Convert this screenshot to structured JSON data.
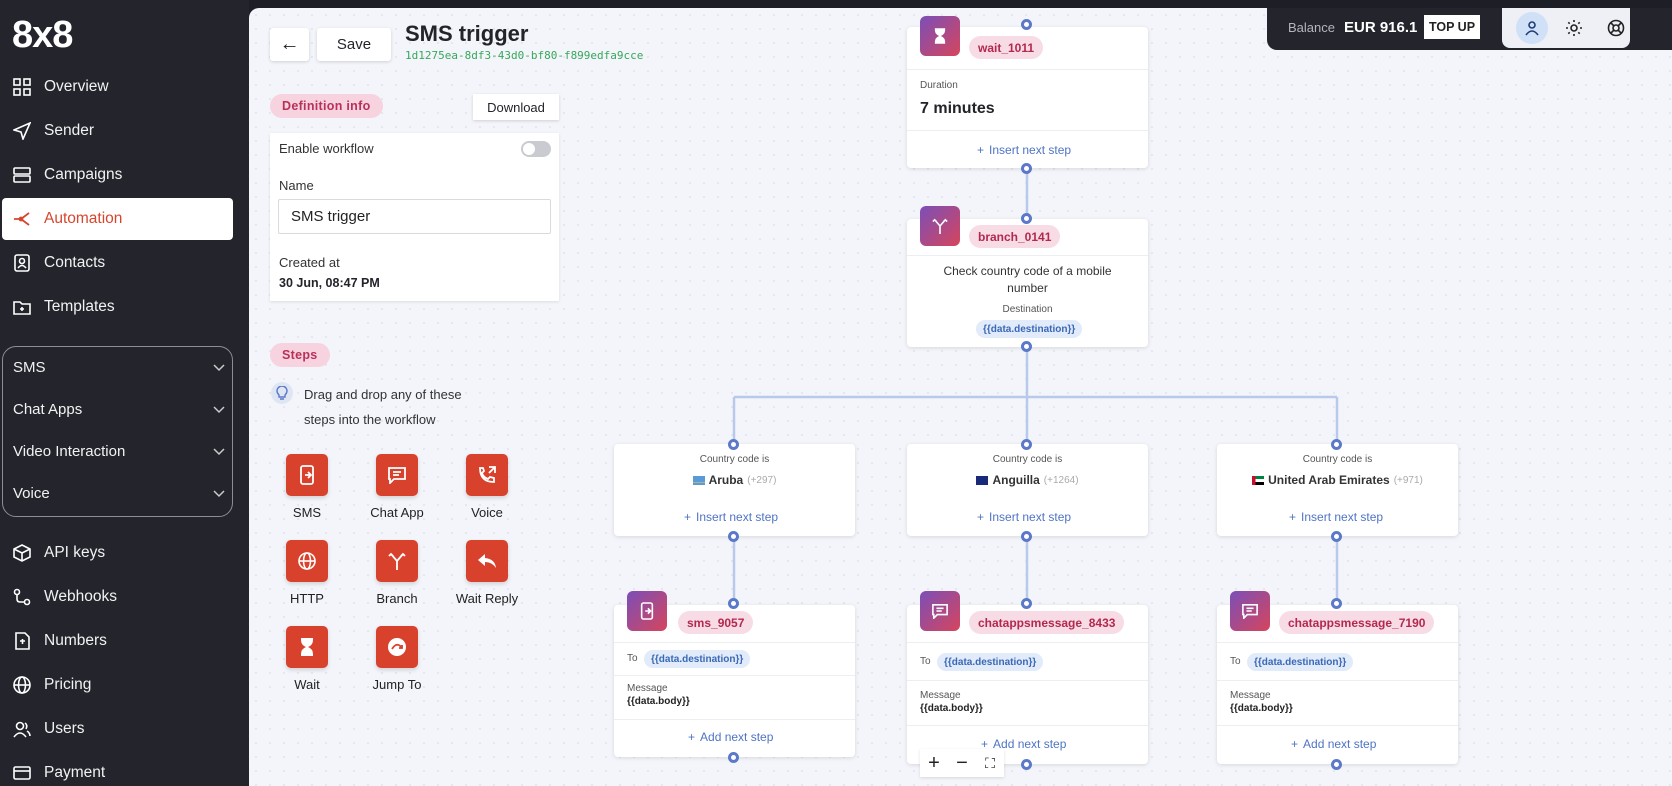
{
  "brand": "8x8",
  "nav": {
    "items": [
      {
        "label": "Overview",
        "icon": "grid-icon"
      },
      {
        "label": "Sender",
        "icon": "send-icon"
      },
      {
        "label": "Campaigns",
        "icon": "stack-icon"
      },
      {
        "label": "Automation",
        "icon": "automation-icon"
      },
      {
        "label": "Contacts",
        "icon": "contacts-icon"
      },
      {
        "label": "Templates",
        "icon": "templates-icon"
      }
    ],
    "groups": [
      "SMS",
      "Chat Apps",
      "Video Interaction",
      "Voice"
    ],
    "bottom_items": [
      {
        "label": "API keys",
        "icon": "cube-icon"
      },
      {
        "label": "Webhooks",
        "icon": "webhooks-icon"
      },
      {
        "label": "Numbers",
        "icon": "numbers-icon"
      },
      {
        "label": "Pricing",
        "icon": "globe-icon"
      },
      {
        "label": "Users",
        "icon": "users-icon"
      },
      {
        "label": "Payment",
        "icon": "card-icon"
      }
    ],
    "active": "Automation",
    "active_color": "#d6462f"
  },
  "header": {
    "save_label": "Save",
    "title": "SMS trigger",
    "workflow_id": "1d1275ea-8df3-43d0-bf80-f899edfa9cce"
  },
  "definition": {
    "pill": "Definition info",
    "download_label": "Download",
    "enable_label": "Enable workflow",
    "enabled": false,
    "name_label": "Name",
    "name_value": "SMS trigger",
    "created_label": "Created at",
    "created_value": "30 Jun, 08:47 PM"
  },
  "steps": {
    "pill": "Steps",
    "hint": "Drag and drop any of these steps into the workflow",
    "items": [
      {
        "label": "SMS",
        "icon": "sms-icon"
      },
      {
        "label": "Chat App",
        "icon": "chat-icon"
      },
      {
        "label": "Voice",
        "icon": "phone-icon"
      },
      {
        "label": "HTTP",
        "icon": "globe-icon"
      },
      {
        "label": "Branch",
        "icon": "branch-icon"
      },
      {
        "label": "Wait Reply",
        "icon": "reply-icon"
      },
      {
        "label": "Wait",
        "icon": "hourglass-icon"
      },
      {
        "label": "Jump To",
        "icon": "jump-icon"
      }
    ],
    "tile_color": "#d8412c"
  },
  "flow": {
    "wait": {
      "tag": "wait_1011",
      "duration_label": "Duration",
      "duration_value": "7 minutes",
      "insert": "Insert next step"
    },
    "branch": {
      "tag": "branch_0141",
      "description": "Check country code of a mobile number",
      "dest_label": "Destination",
      "dest_value": "{{data.destination}}"
    },
    "conditions": [
      {
        "label": "Country code is",
        "country": "Aruba",
        "code": "(+297)",
        "insert": "Insert next step"
      },
      {
        "label": "Country code is",
        "country": "Anguilla",
        "code": "(+1264)",
        "insert": "Insert next step"
      },
      {
        "label": "Country code is",
        "country": "United Arab Emirates",
        "code": "(+971)",
        "insert": "Insert next step"
      }
    ],
    "actions": [
      {
        "tag": "sms_9057",
        "to_label": "To",
        "to_value": "{{data.destination}}",
        "msg_label": "Message",
        "msg_value": "{{data.body}}",
        "add": "Add next step"
      },
      {
        "tag": "chatappsmessage_8433",
        "to_label": "To",
        "to_value": "{{data.destination}}",
        "msg_label": "Message",
        "msg_value": "{{data.body}}",
        "add": "Add next step"
      },
      {
        "tag": "chatappsmessage_7190",
        "to_label": "To",
        "to_value": "{{data.destination}}",
        "msg_label": "Message",
        "msg_value": "{{data.body}}",
        "add": "Add next step"
      }
    ]
  },
  "account": {
    "balance_label": "Balance",
    "balance_value": "EUR 916.1",
    "topup_label": "TOP UP"
  },
  "zoom": {
    "in": "+",
    "out": "−",
    "fit": "⛶"
  }
}
